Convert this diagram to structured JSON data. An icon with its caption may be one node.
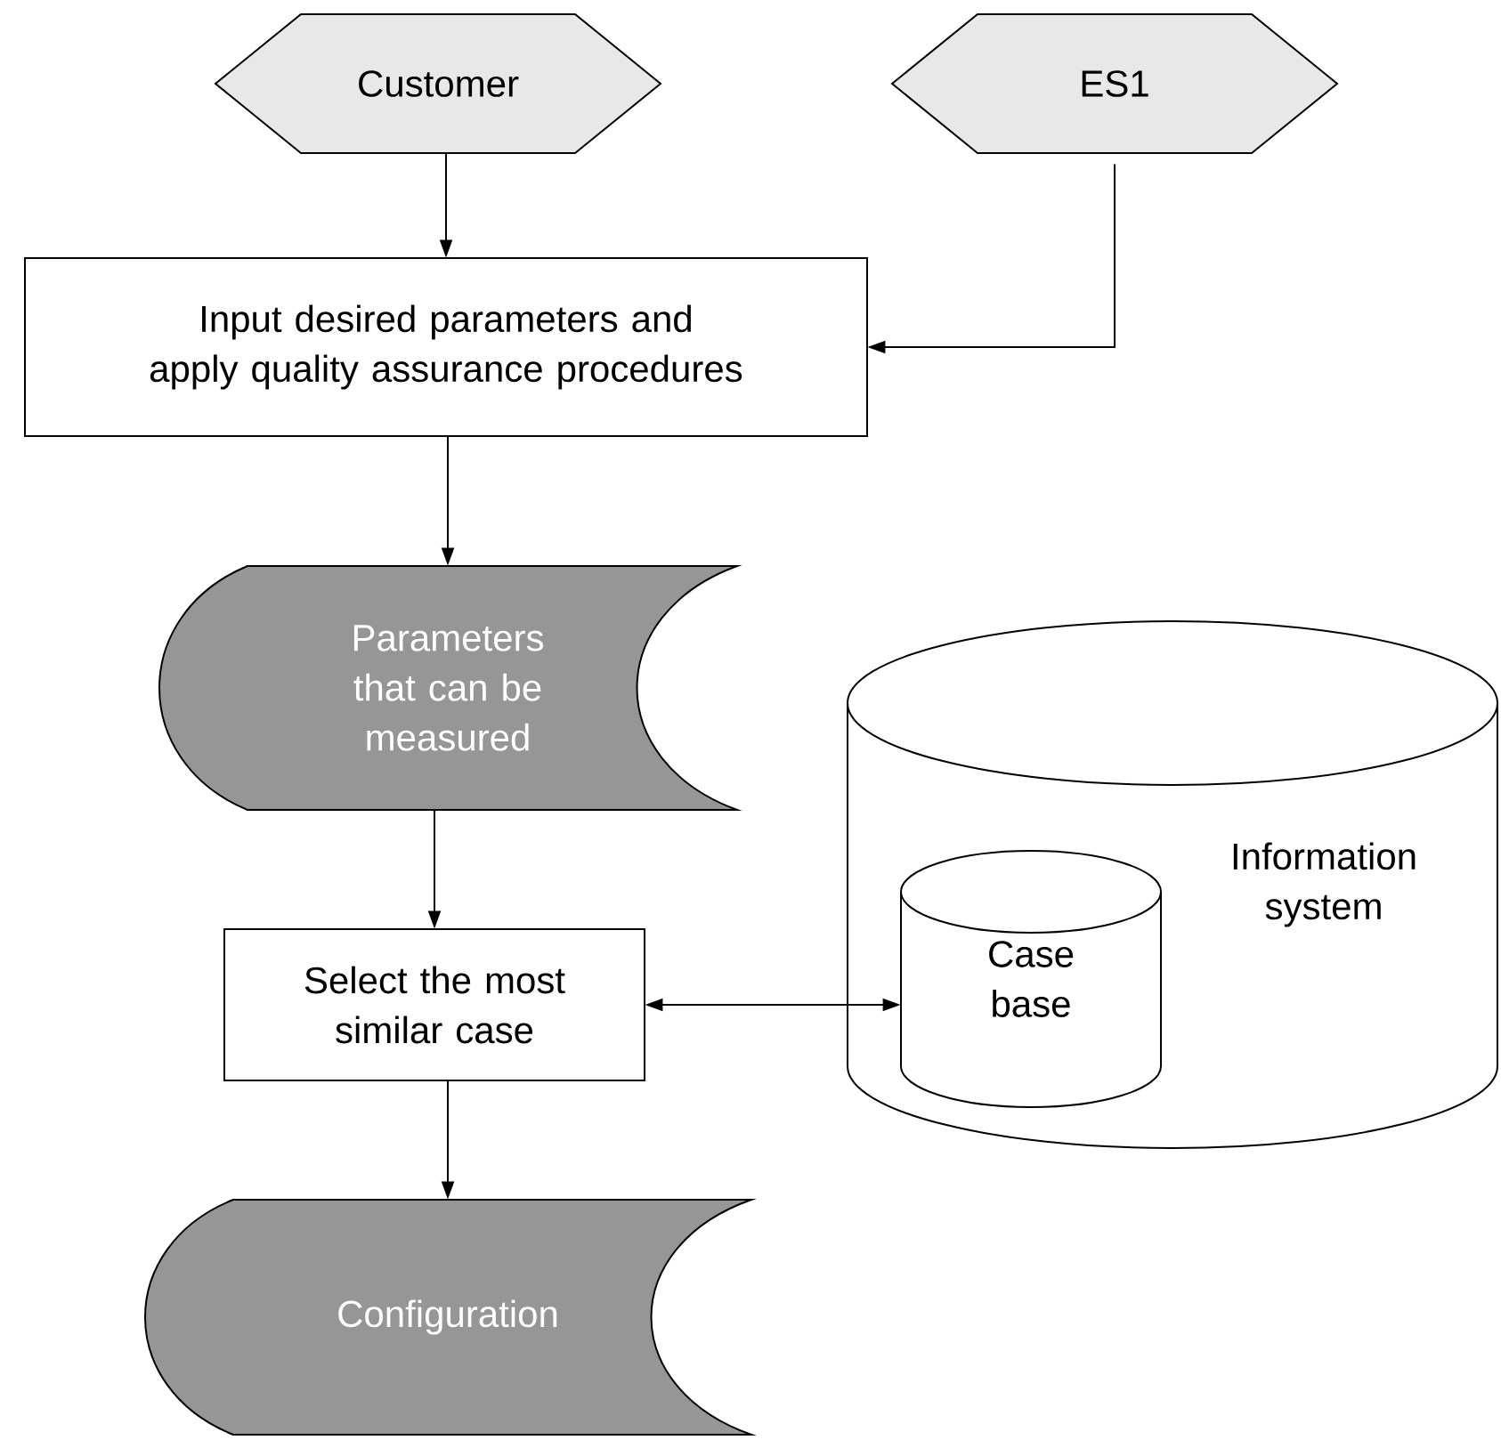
{
  "diagram": {
    "nodes": [
      {
        "text": [
          "Customer"
        ]
      },
      {
        "text": [
          "ES1"
        ]
      },
      {
        "text": [
          "Input desired parameters and apply quality assurance procedures"
        ]
      },
      {
        "text": [
          "Parameters that can be measured"
        ]
      },
      {
        "text": [
          "Information system"
        ]
      },
      {
        "text": [
          "Case base"
        ],
        "in": 4
      },
      {
        "text": [
          "Select the most similar case"
        ]
      },
      {
        "text": [
          "Configuration"
        ]
      }
    ],
    "edges": [
      {
        "from": 0,
        "to": 2,
        "arrow": "to"
      },
      {
        "from": 1,
        "to": 2,
        "arrow": "to"
      },
      {
        "from": 2,
        "to": 3,
        "arrow": "to"
      },
      {
        "from": 3,
        "to": 6,
        "arrow": "to"
      },
      {
        "from": 6,
        "to": 5,
        "arrow": "both"
      },
      {
        "from": 6,
        "to": 7,
        "arrow": "to"
      }
    ]
  }
}
